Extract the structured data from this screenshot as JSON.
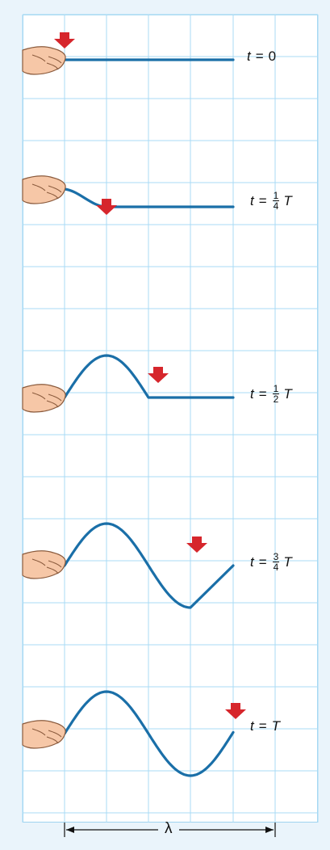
{
  "colors": {
    "background": "#eaf4fb",
    "grid": "#a9dbf5",
    "wave": "#1a6fa8",
    "arrow": "#d6262c",
    "hand": "#f6c7a7"
  },
  "frames": [
    {
      "t_var": "t",
      "equals": "=",
      "value": "0",
      "frac_num": "",
      "frac_den": "",
      "period": ""
    },
    {
      "t_var": "t",
      "equals": "=",
      "value": "",
      "frac_num": "1",
      "frac_den": "4",
      "period": "T"
    },
    {
      "t_var": "t",
      "equals": "=",
      "value": "",
      "frac_num": "1",
      "frac_den": "2",
      "period": "T"
    },
    {
      "t_var": "t",
      "equals": "=",
      "value": "",
      "frac_num": "3",
      "frac_den": "4",
      "period": "T"
    },
    {
      "t_var": "t",
      "equals": "=",
      "value": "",
      "frac_num": "",
      "frac_den": "",
      "period": "T"
    }
  ],
  "wavelength_symbol": "λ",
  "icons": {
    "hand": "hand-icon",
    "arrow": "down-arrow-icon"
  }
}
